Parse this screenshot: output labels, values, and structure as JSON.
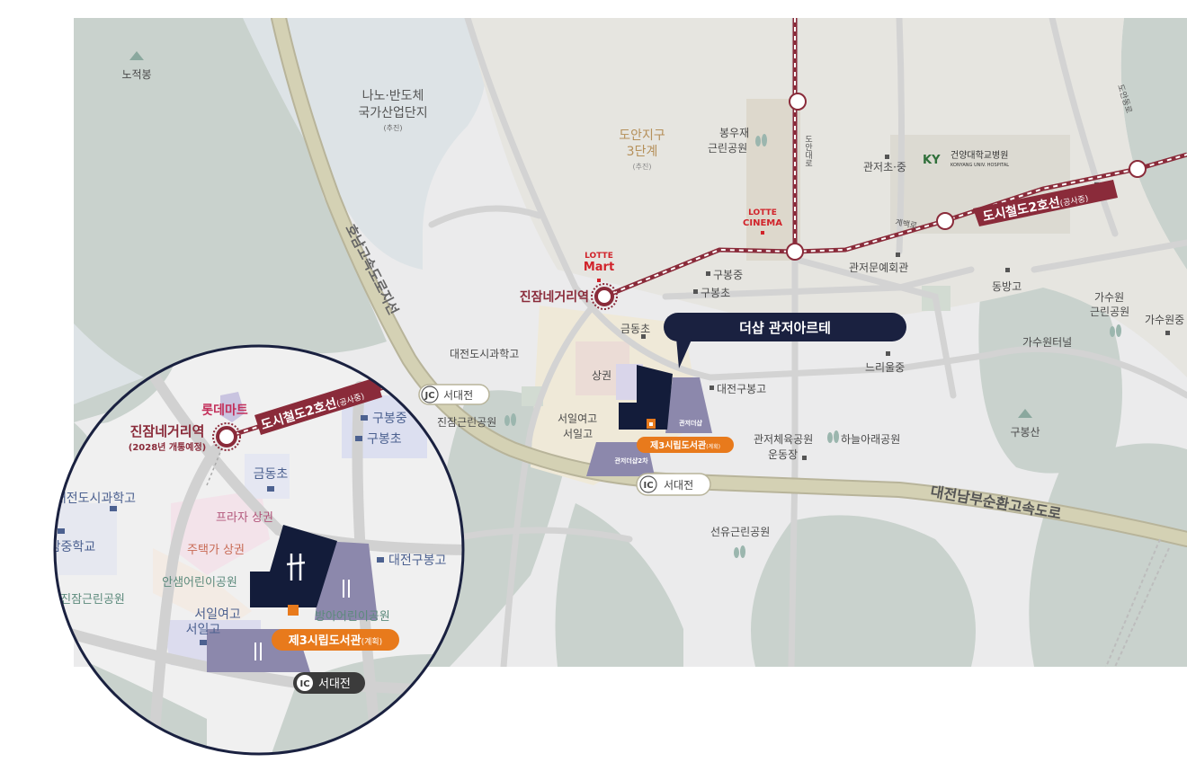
{
  "colors": {
    "water": "#dde3e6",
    "ground": "#ebebec",
    "forest": "#c7d0cb",
    "road": "#d0d0d0",
    "highway": "#cfcdb0",
    "rail": "#8a2b3a",
    "site": "#131c3a",
    "apartment": "#8c88ac",
    "library": "#e87a1c",
    "callout_bg": "#1a2140",
    "ic_badge": "#3b3b3b"
  },
  "main_map": {
    "peaks": [
      {
        "name": "노적봉"
      },
      {
        "name": "구봉산"
      }
    ],
    "districts": {
      "nano_line1": "나노·반도체",
      "nano_line2": "국가산업단지",
      "nano_status": "(추진)",
      "doan_line1": "도안지구",
      "doan_line2": "3단계",
      "doan_status": "(추진)"
    },
    "roads": {
      "honam": "호남고속도로지선",
      "daejeon_ring": "대전남부순환고속도로",
      "doan_daero": "도안대로",
      "gyebaek": "계백로",
      "doan_dongro": "도안동로"
    },
    "interchanges": [
      {
        "badge": "JC",
        "name": "서대전"
      },
      {
        "badge": "IC",
        "name": "서대전"
      }
    ],
    "rail_line": {
      "name": "도시철도2호선",
      "status": "(공사중)"
    },
    "station": "진잠네거리역",
    "brands": {
      "lotte_mart_top": "LOTTE",
      "lotte_mart_bottom": "Mart",
      "lotte_cinema_top": "LOTTE",
      "lotte_cinema_bottom": "CINEMA"
    },
    "hospital": {
      "name": "건양대학교병원",
      "sub": "KONYANG UNIV. HOSPITAL",
      "logo": "KY"
    },
    "schools": [
      "관저초·중",
      "구봉중",
      "구봉초",
      "금동초",
      "대전도시과학고",
      "대전구봉고",
      "느리울중",
      "동방고",
      "가수원중",
      "서일여고",
      "서일고"
    ],
    "places": [
      "봉우재",
      "근린공원",
      "관저문예회관",
      "가수원",
      "근린공원",
      "가수원터널",
      "진잠근린공원",
      "관저체육공원",
      "운동장",
      "하늘아래공원",
      "선유근린공원",
      "상권"
    ],
    "site_callout": "더샵 관저아르테",
    "buildings": {
      "apt1": "관저더샵",
      "apt2": "관저더샵2차"
    },
    "library": "제3시립도서관",
    "library_note": "(계획)"
  },
  "inset_map": {
    "station": "진잠네거리역",
    "station_note": "(2028년 개통예정)",
    "rail_line": "도시철도2호선",
    "rail_status": "(공사중)",
    "lotte_mart": "롯데마트",
    "schools": [
      "구봉중",
      "구봉초",
      "금동초",
      "대전도시과학고",
      "진잠중학교",
      "대전구봉고",
      "서일여고",
      "서일고"
    ],
    "zones": [
      "프라자 상권",
      "주택가 상권"
    ],
    "parks": [
      "안샘어린이공원",
      "진잠근린공원",
      "방아어린이공원"
    ],
    "library": "제3시립도서관",
    "library_note": "(계획)",
    "ic": {
      "badge": "IC",
      "name": "서대전"
    }
  }
}
